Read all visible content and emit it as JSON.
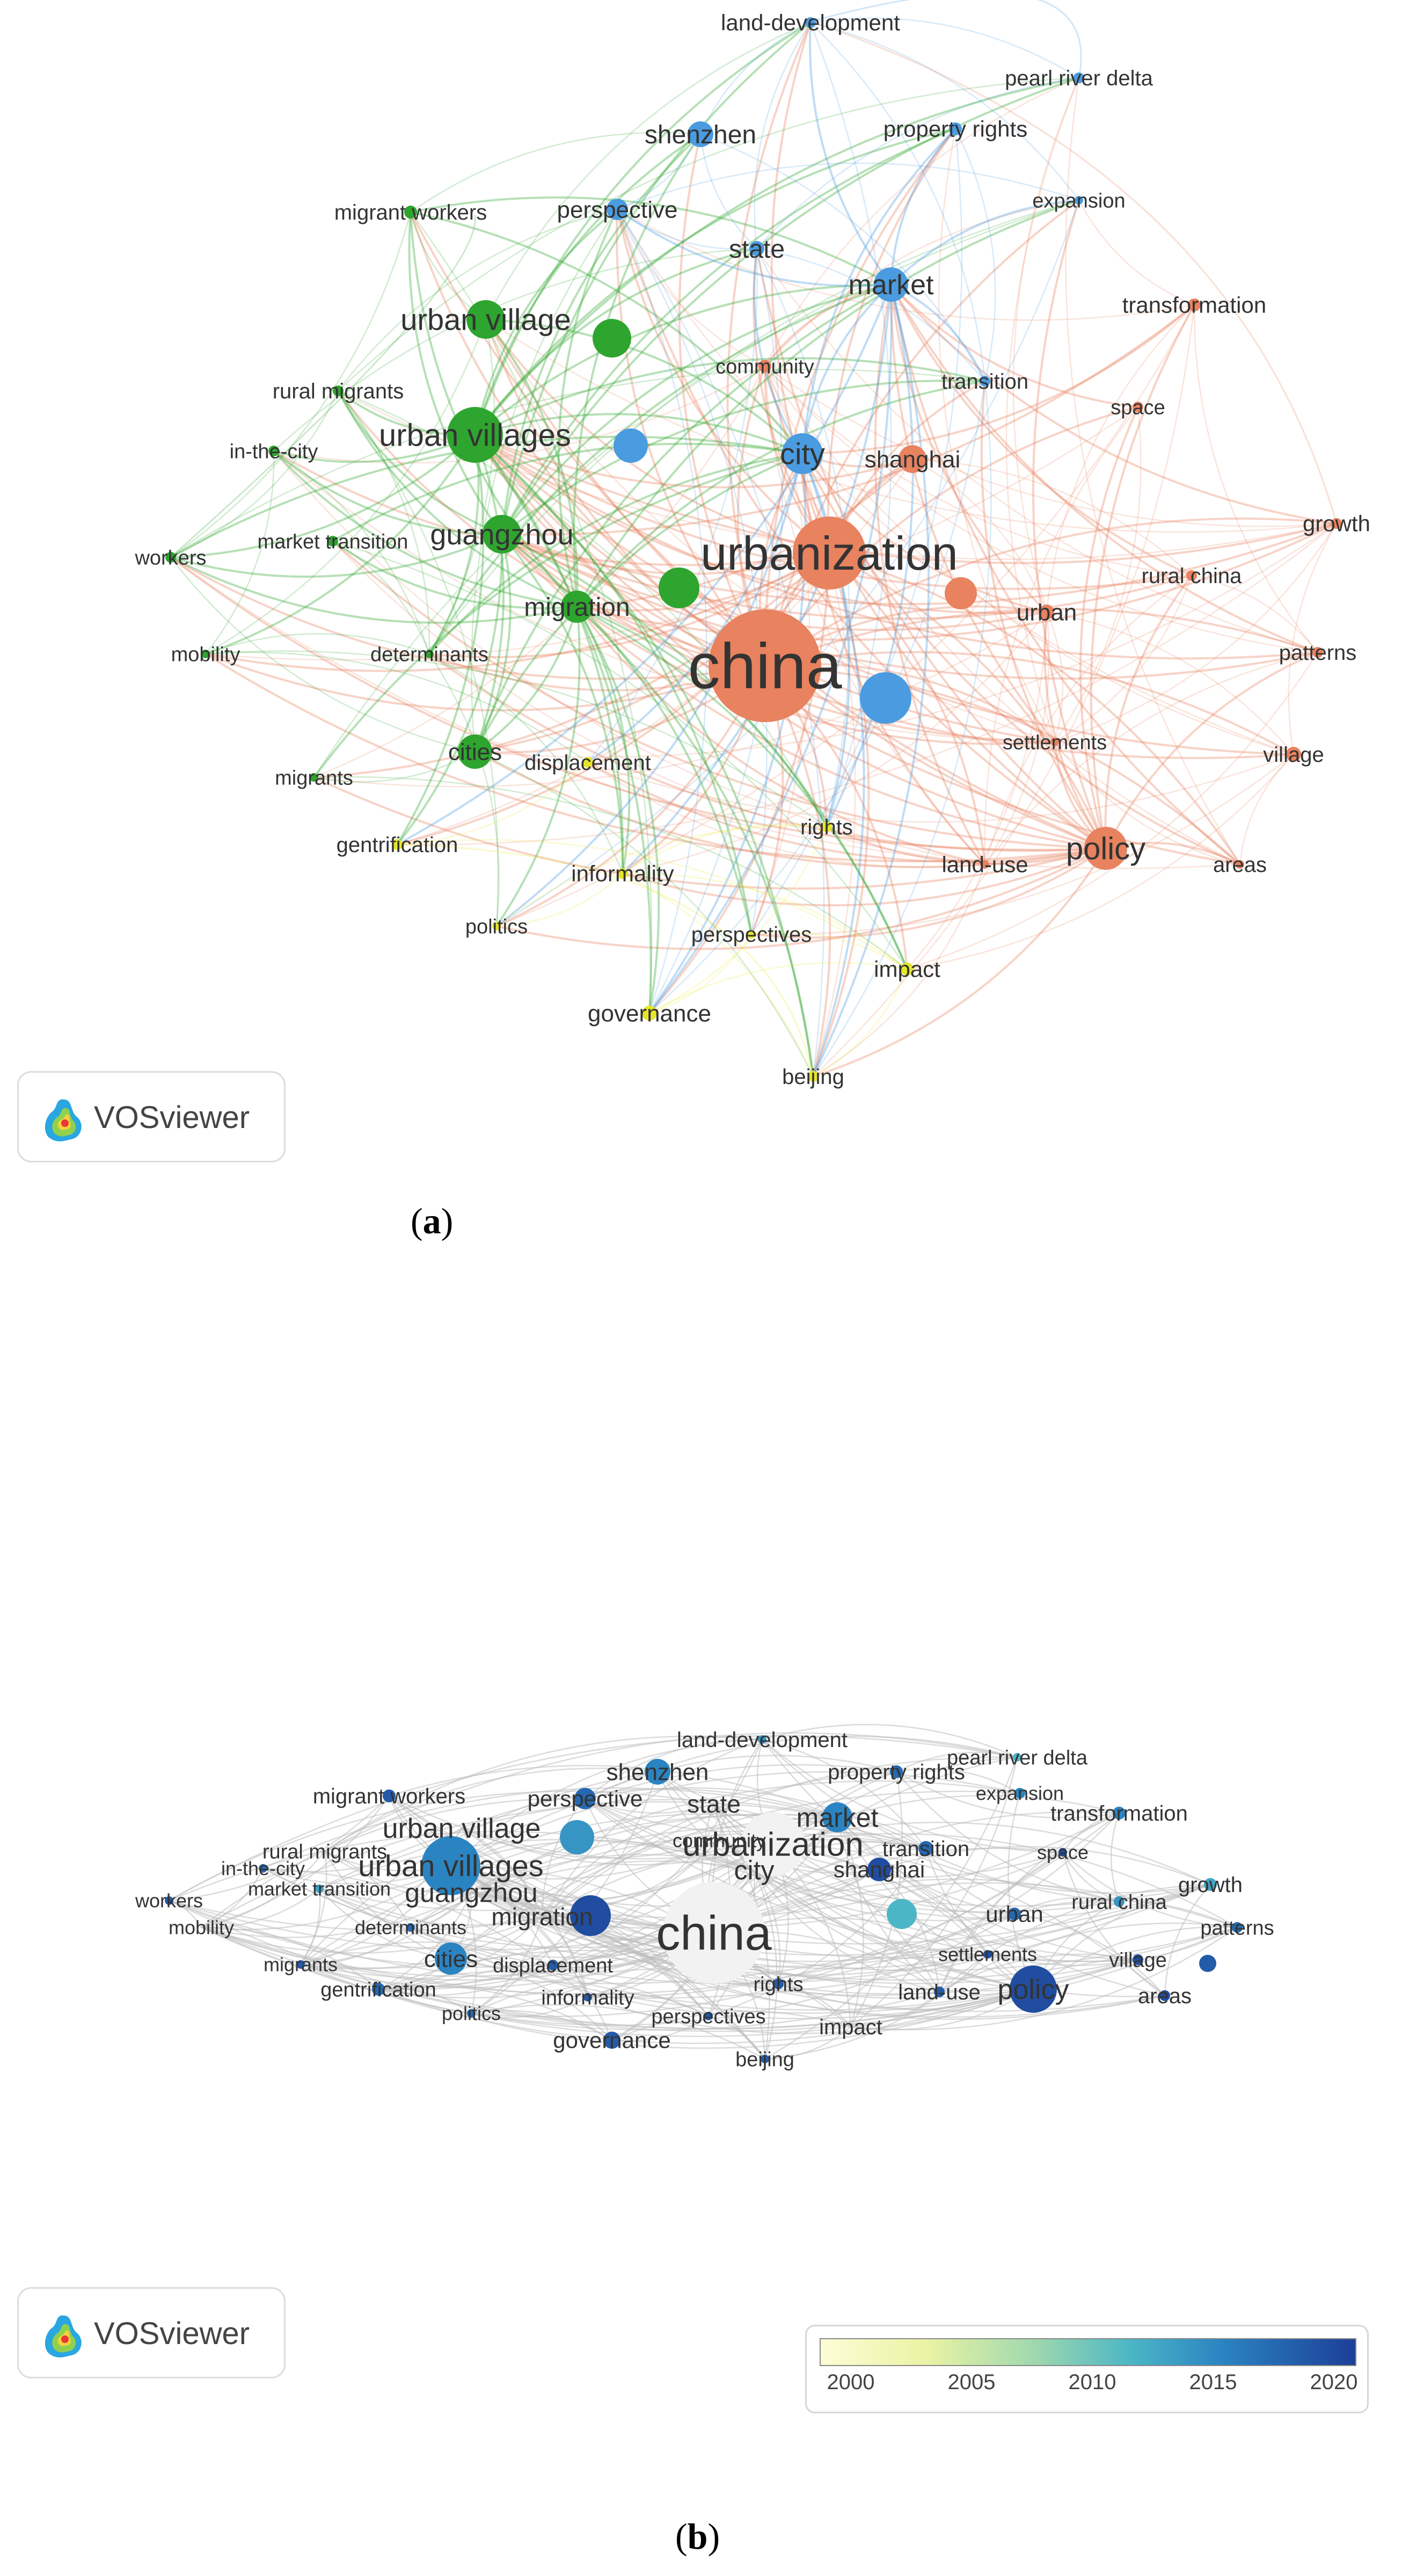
{
  "panel_a": {
    "caption_label": "a",
    "logo_text": "VOSviewer",
    "cluster_colors": {
      "red": "#e8825f",
      "green": "#2ea52e",
      "blue": "#4a9be0",
      "yellow": "#e6e62a"
    }
  },
  "panel_b": {
    "caption_label": "b",
    "logo_text": "VOSviewer",
    "scale_ticks": [
      "2000",
      "2005",
      "2010",
      "2015",
      "2020"
    ]
  },
  "keywords": [
    {
      "id": "china",
      "label": "china",
      "cluster": "red",
      "year": 2004
    },
    {
      "id": "urbanization",
      "label": "urbanization",
      "cluster": "red",
      "year": 2006
    },
    {
      "id": "policy",
      "label": "policy",
      "cluster": "red",
      "year": 2019
    },
    {
      "id": "shanghai",
      "label": "shanghai",
      "cluster": "red",
      "year": 2019
    },
    {
      "id": "urban",
      "label": "urban",
      "cluster": "red",
      "year": 2017
    },
    {
      "id": "land-use",
      "label": "land-use",
      "cluster": "red",
      "year": 2018
    },
    {
      "id": "areas",
      "label": "areas",
      "cluster": "red",
      "year": 2019
    },
    {
      "id": "village",
      "label": "village",
      "cluster": "red",
      "year": 2019
    },
    {
      "id": "growth",
      "label": "growth",
      "cluster": "red",
      "year": 2013
    },
    {
      "id": "rural-china",
      "label": "rural china",
      "cluster": "red",
      "year": 2014
    },
    {
      "id": "patterns",
      "label": "patterns",
      "cluster": "red",
      "year": 2017
    },
    {
      "id": "space",
      "label": "space",
      "cluster": "red",
      "year": 2019
    },
    {
      "id": "transformation",
      "label": "transformation",
      "cluster": "red",
      "year": 2015
    },
    {
      "id": "settlements",
      "label": "settlements",
      "cluster": "red",
      "year": 2019
    },
    {
      "id": "community",
      "label": "community",
      "cluster": "red",
      "year": 2010
    },
    {
      "id": "urban-villages",
      "label": "urban villages",
      "cluster": "green",
      "year": 2015
    },
    {
      "id": "urban-village",
      "label": "urban village",
      "cluster": "green",
      "year": 2013
    },
    {
      "id": "guangzhou",
      "label": "guangzhou",
      "cluster": "green",
      "year": 2008
    },
    {
      "id": "migration",
      "label": "migration",
      "cluster": "green",
      "year": 2017
    },
    {
      "id": "cities",
      "label": "cities",
      "cluster": "green",
      "year": 2015
    },
    {
      "id": "migrant-workers",
      "label": "migrant workers",
      "cluster": "green",
      "year": 2018
    },
    {
      "id": "rural-migrants",
      "label": "rural migrants",
      "cluster": "green",
      "year": 2008
    },
    {
      "id": "in-the-city",
      "label": "in-the-city",
      "cluster": "green",
      "year": 2017
    },
    {
      "id": "workers",
      "label": "workers",
      "cluster": "green",
      "year": 2018
    },
    {
      "id": "market-transition",
      "label": "market transition",
      "cluster": "green",
      "year": 2013
    },
    {
      "id": "mobility",
      "label": "mobility",
      "cluster": "green",
      "year": 2008
    },
    {
      "id": "determinants",
      "label": "determinants",
      "cluster": "green",
      "year": 2017
    },
    {
      "id": "migrants",
      "label": "migrants",
      "cluster": "green",
      "year": 2018
    },
    {
      "id": "city",
      "label": "city",
      "cluster": "blue",
      "year": 2006
    },
    {
      "id": "market",
      "label": "market",
      "cluster": "blue",
      "year": 2015
    },
    {
      "id": "state",
      "label": "state",
      "cluster": "blue",
      "year": 2007
    },
    {
      "id": "shenzhen",
      "label": "shenzhen",
      "cluster": "blue",
      "year": 2015
    },
    {
      "id": "perspective",
      "label": "perspective",
      "cluster": "blue",
      "year": 2017
    },
    {
      "id": "land-development",
      "label": "land-development",
      "cluster": "blue",
      "year": 2014
    },
    {
      "id": "property-rights",
      "label": "property rights",
      "cluster": "blue",
      "year": 2017
    },
    {
      "id": "pearl-river-delta",
      "label": "pearl river delta",
      "cluster": "blue",
      "year": 2012
    },
    {
      "id": "expansion",
      "label": "expansion",
      "cluster": "blue",
      "year": 2015
    },
    {
      "id": "transition",
      "label": "transition",
      "cluster": "blue",
      "year": 2017
    },
    {
      "id": "displacement",
      "label": "displacement",
      "cluster": "yellow",
      "year": 2018
    },
    {
      "id": "gentrification",
      "label": "gentrification",
      "cluster": "yellow",
      "year": 2017
    },
    {
      "id": "informality",
      "label": "informality",
      "cluster": "yellow",
      "year": 2018
    },
    {
      "id": "politics",
      "label": "politics",
      "cluster": "yellow",
      "year": 2017
    },
    {
      "id": "rights",
      "label": "rights",
      "cluster": "yellow",
      "year": 2018
    },
    {
      "id": "perspectives",
      "label": "perspectives",
      "cluster": "yellow",
      "year": 2018
    },
    {
      "id": "governance",
      "label": "governance",
      "cluster": "yellow",
      "year": 2018
    },
    {
      "id": "impact",
      "label": "impact",
      "cluster": "yellow",
      "year": 2006
    },
    {
      "id": "beijing",
      "label": "beijing",
      "cluster": "yellow",
      "year": 2018
    }
  ]
}
